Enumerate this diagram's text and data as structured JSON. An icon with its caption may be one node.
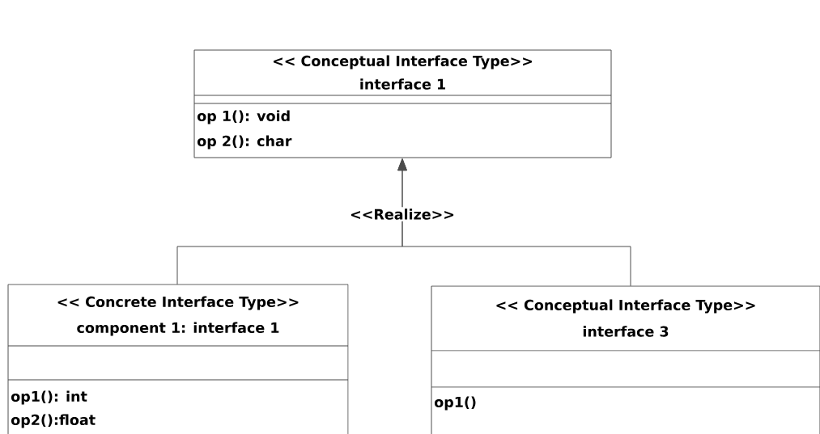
{
  "diagram": {
    "nodes": [
      {
        "text": [
          "<< Conceptual Interface Type>>",
          "interface 1",
          "op 1(): void",
          "op 2(): char"
        ]
      },
      {
        "text": [
          "<< Concrete Interface Type>>",
          "component 1: interface 1",
          "op1(): int",
          "op2():float"
        ]
      },
      {
        "text": [
          "<< Conceptual Interface Type>>",
          "interface 3",
          "op1()"
        ]
      }
    ],
    "edges": [
      {
        "from": 1,
        "to": 0,
        "arrow": "to",
        "label": "<<Realize>>"
      },
      {
        "from": 2,
        "to": 0,
        "arrow": "to"
      }
    ]
  }
}
